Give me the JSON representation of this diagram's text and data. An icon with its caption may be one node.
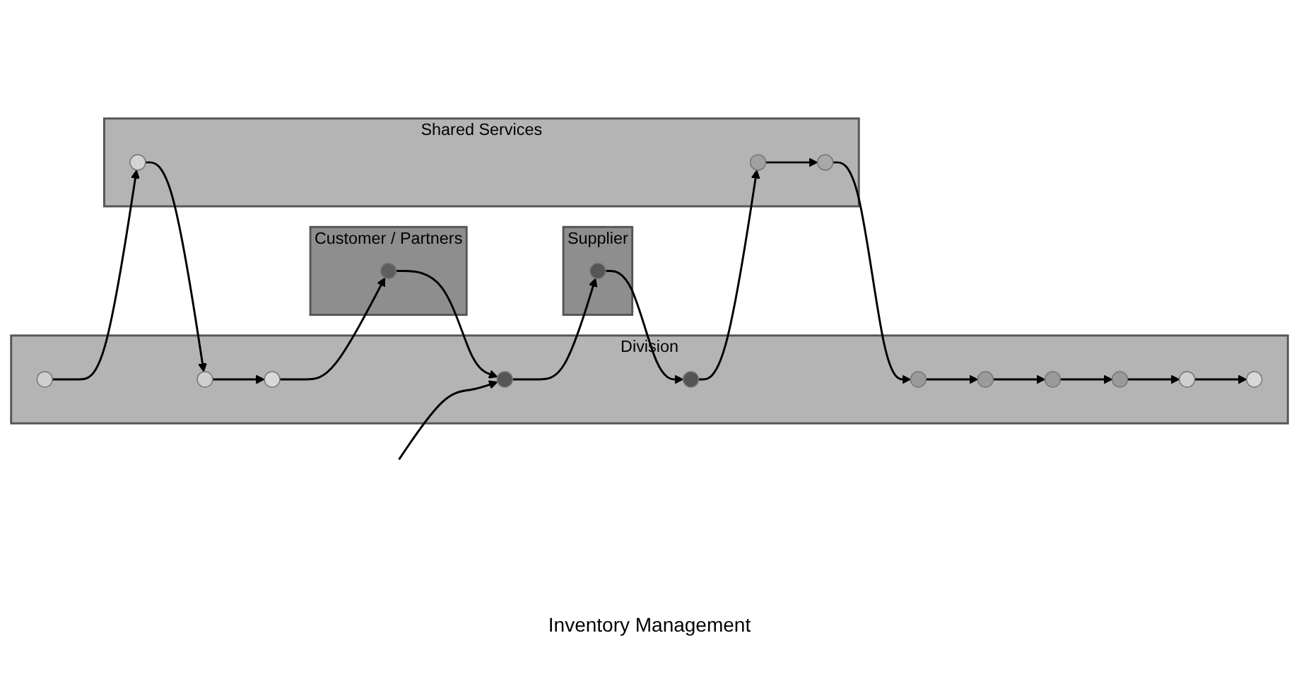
{
  "diagram": {
    "caption": "Inventory Management",
    "nodes": [
      {
        "text": [
          "Customer / Partners"
        ]
      },
      {
        "text": [],
        "shape": "circle",
        "in": 0
      },
      {
        "text": [
          "Division"
        ]
      },
      {
        "text": [],
        "shape": "circle",
        "in": 2
      },
      {
        "text": [],
        "shape": "circle",
        "in": 2
      },
      {
        "text": [],
        "shape": "circle",
        "in": 2
      },
      {
        "text": [],
        "shape": "circle",
        "in": 2
      },
      {
        "text": [],
        "shape": "circle",
        "in": 2
      },
      {
        "text": [],
        "shape": "circle",
        "in": 2
      },
      {
        "text": [],
        "shape": "circle",
        "in": 2
      },
      {
        "text": [],
        "shape": "circle",
        "in": 2
      },
      {
        "text": [],
        "shape": "circle",
        "in": 2
      },
      {
        "text": [],
        "shape": "circle",
        "in": 2
      },
      {
        "text": [],
        "shape": "circle",
        "in": 2
      },
      {
        "text": [
          "Shared Services"
        ]
      },
      {
        "text": [],
        "shape": "circle",
        "in": 14
      },
      {
        "text": [],
        "shape": "circle",
        "in": 14
      },
      {
        "text": [],
        "shape": "circle",
        "in": 14
      },
      {
        "text": [
          "Supplier"
        ]
      },
      {
        "text": [],
        "shape": "circle",
        "in": 18
      }
    ],
    "edges": [
      {
        "from": 3,
        "to": 15,
        "arrow": "to"
      },
      {
        "from": 15,
        "to": 4,
        "arrow": "to"
      },
      {
        "from": 4,
        "to": 5,
        "arrow": "to"
      },
      {
        "from": 5,
        "to": 1,
        "arrow": "to"
      },
      {
        "from": 1,
        "to": 6,
        "arrow": "to"
      },
      {
        "from": 6,
        "to": 19,
        "arrow": "to"
      },
      {
        "from": null,
        "to": 6,
        "arrow": "to"
      },
      {
        "from": 19,
        "to": 7,
        "arrow": "to"
      },
      {
        "from": 7,
        "to": 16,
        "arrow": "to"
      },
      {
        "from": 16,
        "to": 17,
        "arrow": "to"
      },
      {
        "from": 17,
        "to": 8,
        "arrow": "to"
      },
      {
        "from": 8,
        "to": 9,
        "arrow": "to"
      },
      {
        "from": 9,
        "to": 10,
        "arrow": "to"
      },
      {
        "from": 10,
        "to": 11,
        "arrow": "to"
      },
      {
        "from": 11,
        "to": 12,
        "arrow": "to"
      },
      {
        "from": 12,
        "to": 13,
        "arrow": "to"
      }
    ]
  }
}
